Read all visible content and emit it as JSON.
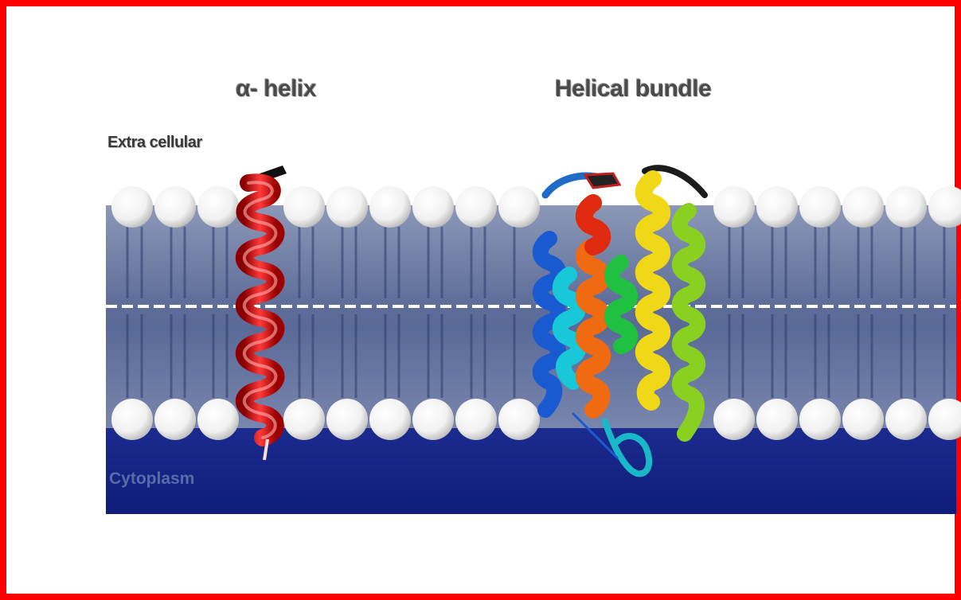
{
  "titles": {
    "alpha_helix": "α- helix",
    "helical_bundle": "Helical bundle"
  },
  "labels": {
    "extracellular": "Extra cellular",
    "cytoplasm": "Cytoplasm"
  },
  "colors": {
    "frame": "#ff0000",
    "membrane": "#6f7ea6",
    "cytoplasm": "#1a2a8a",
    "head_group": "#ffffff",
    "helix_red": "#e01818"
  }
}
